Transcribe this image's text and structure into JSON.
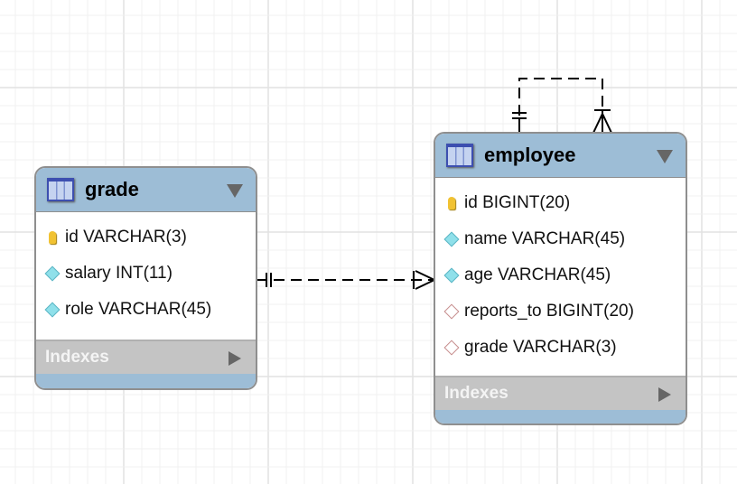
{
  "tables": {
    "grade": {
      "name": "grade",
      "columns": [
        {
          "label": "id VARCHAR(3)",
          "icon": "primary-key-icon"
        },
        {
          "label": "salary INT(11)",
          "icon": "column-diamond-icon"
        },
        {
          "label": "role VARCHAR(45)",
          "icon": "column-diamond-icon"
        }
      ],
      "indexes_label": "Indexes"
    },
    "employee": {
      "name": "employee",
      "columns": [
        {
          "label": "id BIGINT(20)",
          "icon": "primary-key-icon"
        },
        {
          "label": "name VARCHAR(45)",
          "icon": "column-diamond-icon"
        },
        {
          "label": "age VARCHAR(45)",
          "icon": "column-diamond-icon"
        },
        {
          "label": "reports_to BIGINT(20)",
          "icon": "foreign-key-diamond-icon"
        },
        {
          "label": "grade VARCHAR(3)",
          "icon": "foreign-key-diamond-icon"
        }
      ],
      "indexes_label": "Indexes"
    }
  },
  "relationships": [
    {
      "from": "grade",
      "to": "employee",
      "type": "one-to-many",
      "style": "dashed"
    },
    {
      "from": "employee",
      "to": "employee",
      "type": "one-to-many",
      "style": "dashed"
    }
  ],
  "colors": {
    "header": "#9dbdd6",
    "indexes": "#c4c4c4",
    "grid": "#f0f0f0"
  }
}
